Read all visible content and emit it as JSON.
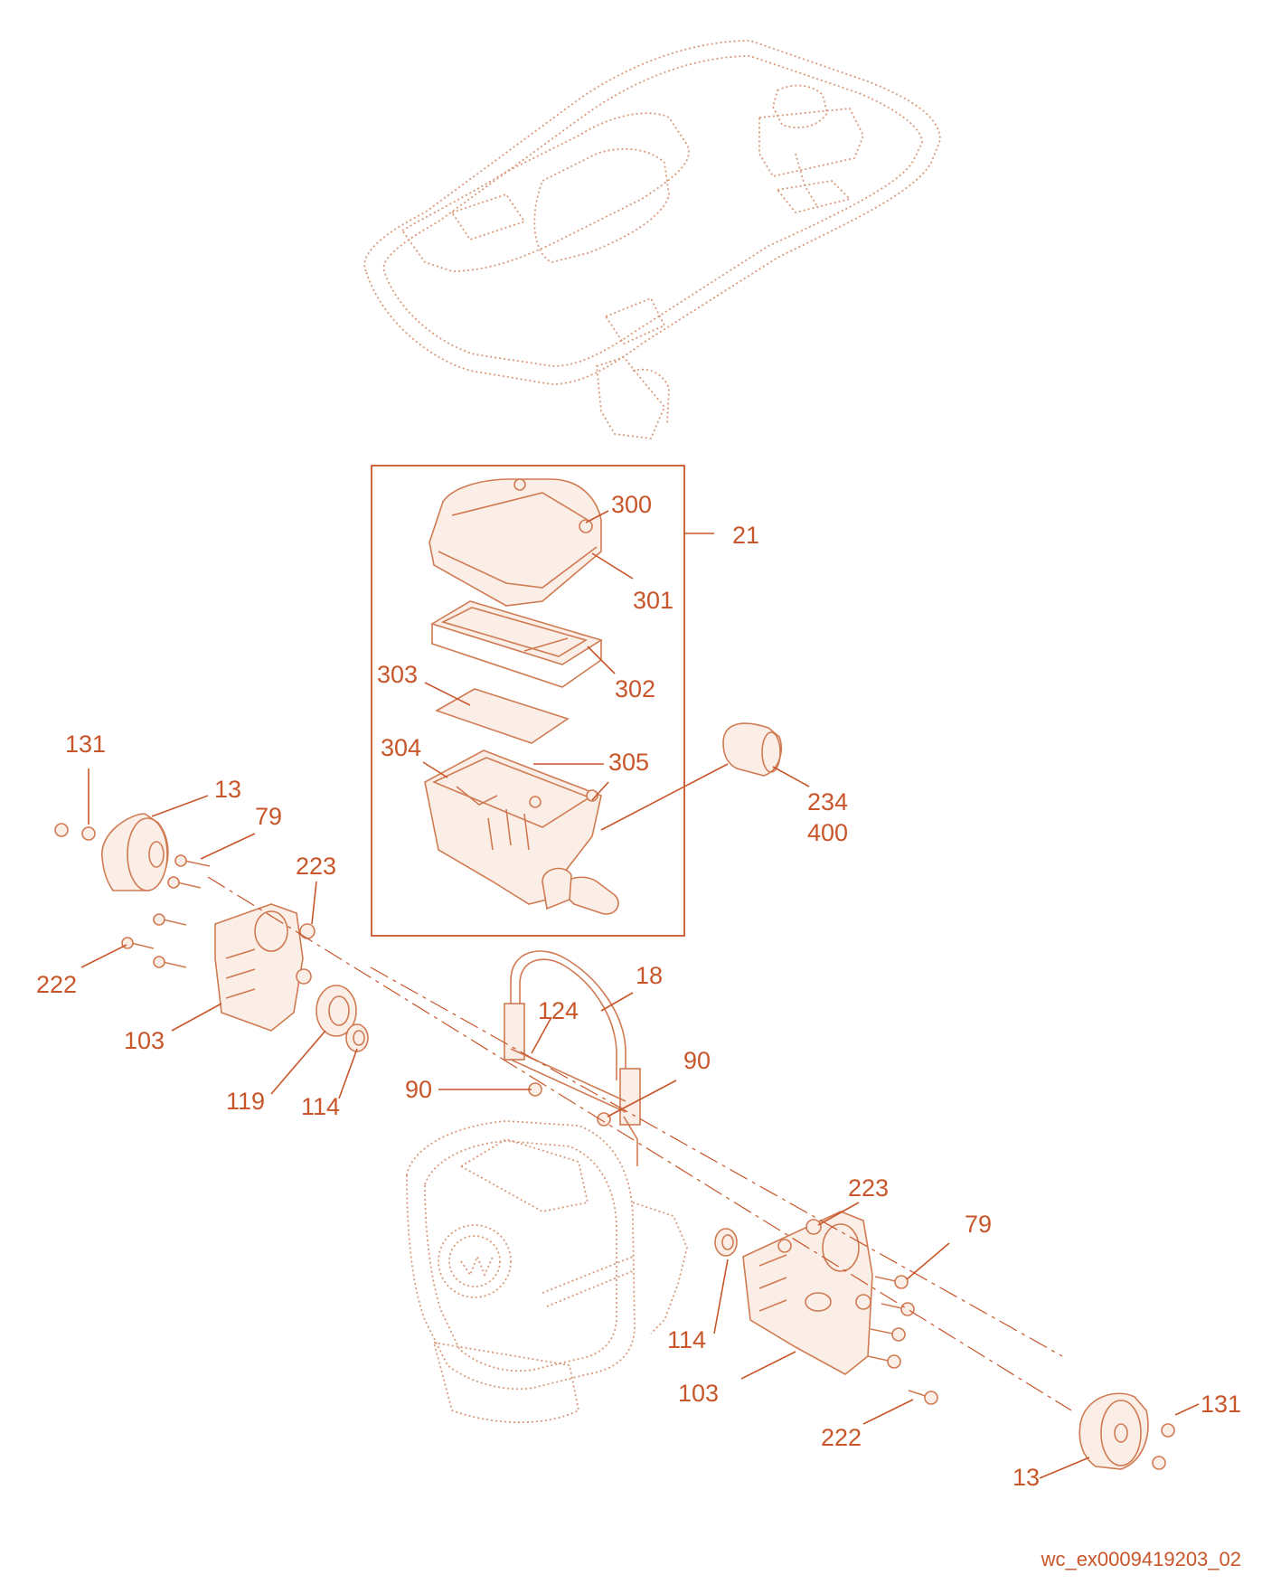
{
  "diagram": {
    "caption": "wc_ex0009419203_02",
    "callouts": {
      "c300": "300",
      "c21": "21",
      "c301": "301",
      "c302": "302",
      "c303": "303",
      "c304": "304",
      "c305": "305",
      "c234": "234",
      "c400": "400",
      "c131a": "131",
      "c13a": "13",
      "c79a": "79",
      "c223a": "223",
      "c222a": "222",
      "c103a": "103",
      "c119": "119",
      "c114a": "114",
      "c18": "18",
      "c124": "124",
      "c90a": "90",
      "c90b": "90",
      "c223b": "223",
      "c79b": "79",
      "c114b": "114",
      "c103b": "103",
      "c222b": "222",
      "c131b": "131",
      "c13b": "13"
    },
    "colors": {
      "line": "#c8562a",
      "part": "#d07a52"
    }
  }
}
